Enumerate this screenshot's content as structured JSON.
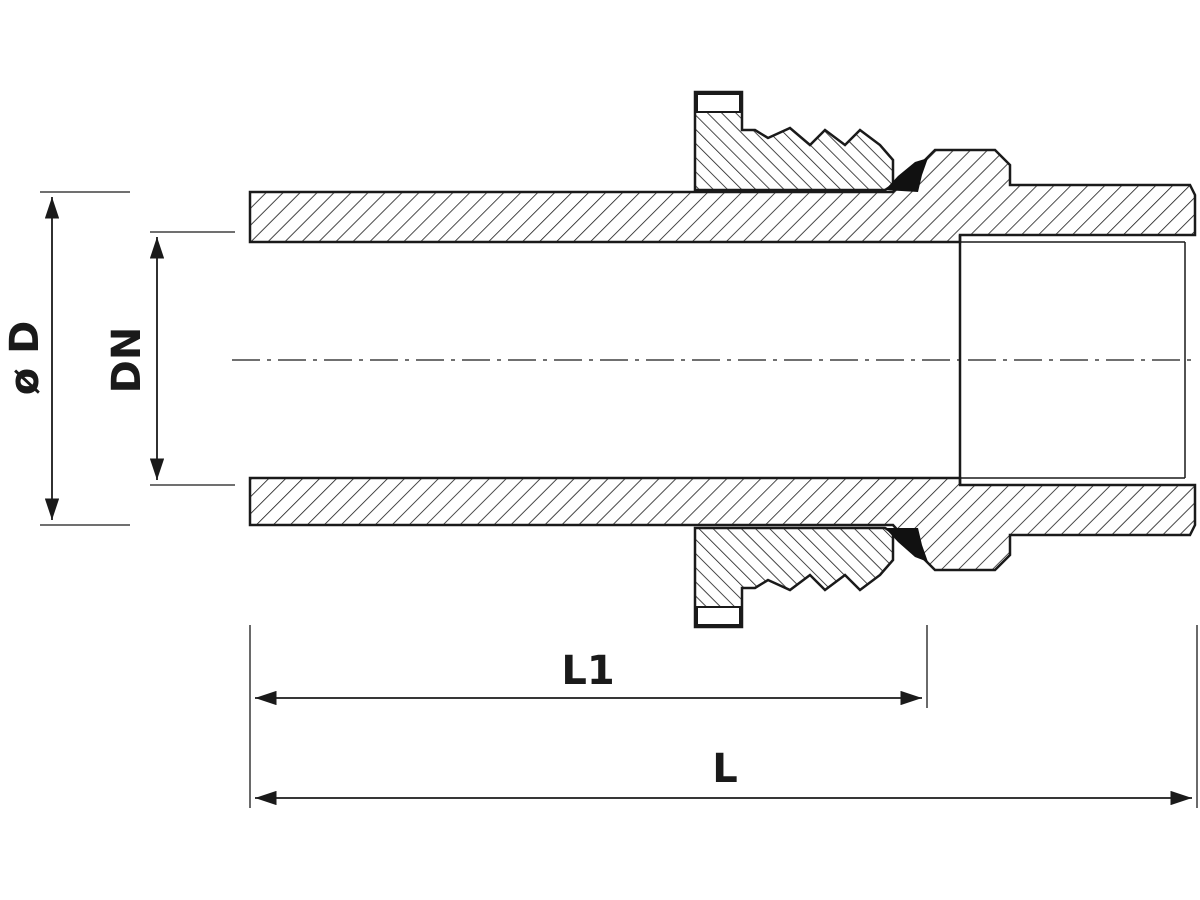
{
  "drawing": {
    "labels": {
      "outer_diameter": "ø D",
      "nominal_diameter": "DN",
      "partial_length": "L1",
      "total_length": "L"
    },
    "colors": {
      "line": "#1a1a1a",
      "background": "#ffffff",
      "gasket": "#111111"
    }
  }
}
